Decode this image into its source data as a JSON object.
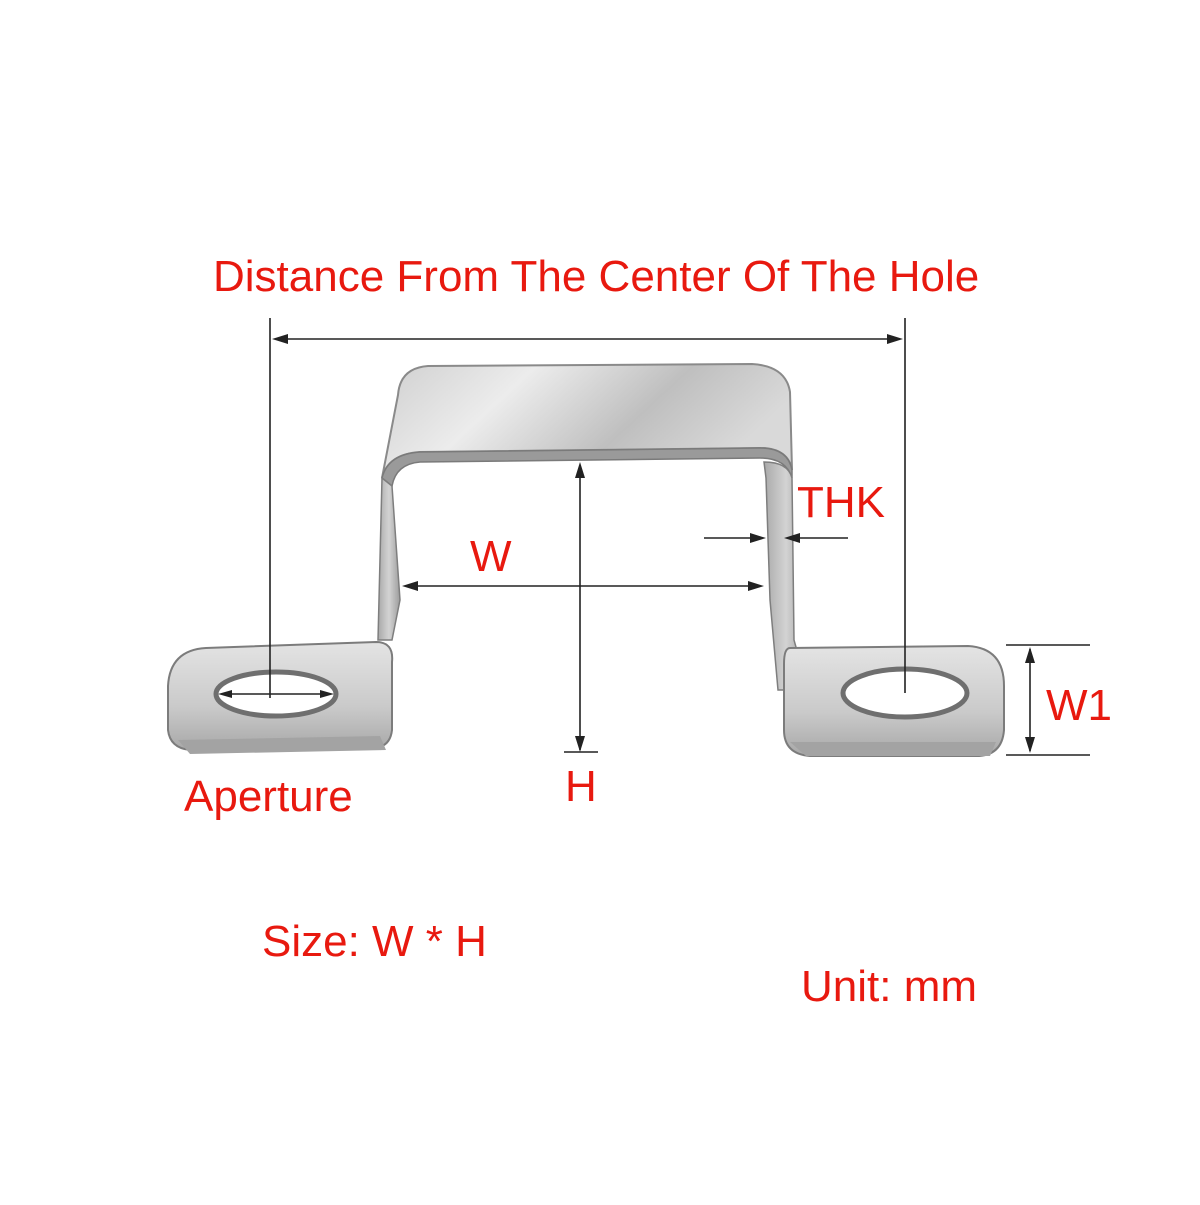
{
  "colors": {
    "annotation_text": "#e8190f",
    "dimension_line": "#222222",
    "metal_light": "#e6e6e6",
    "metal_mid": "#bdbdbd",
    "metal_dark": "#8c8c8c",
    "background": "#ffffff"
  },
  "labels": {
    "distance": "Distance From The Center Of The Hole",
    "thk": "THK",
    "w": "W",
    "w1": "W1",
    "aperture": "Aperture",
    "h": "H",
    "size": "Size: W * H",
    "unit": "Unit: mm"
  }
}
